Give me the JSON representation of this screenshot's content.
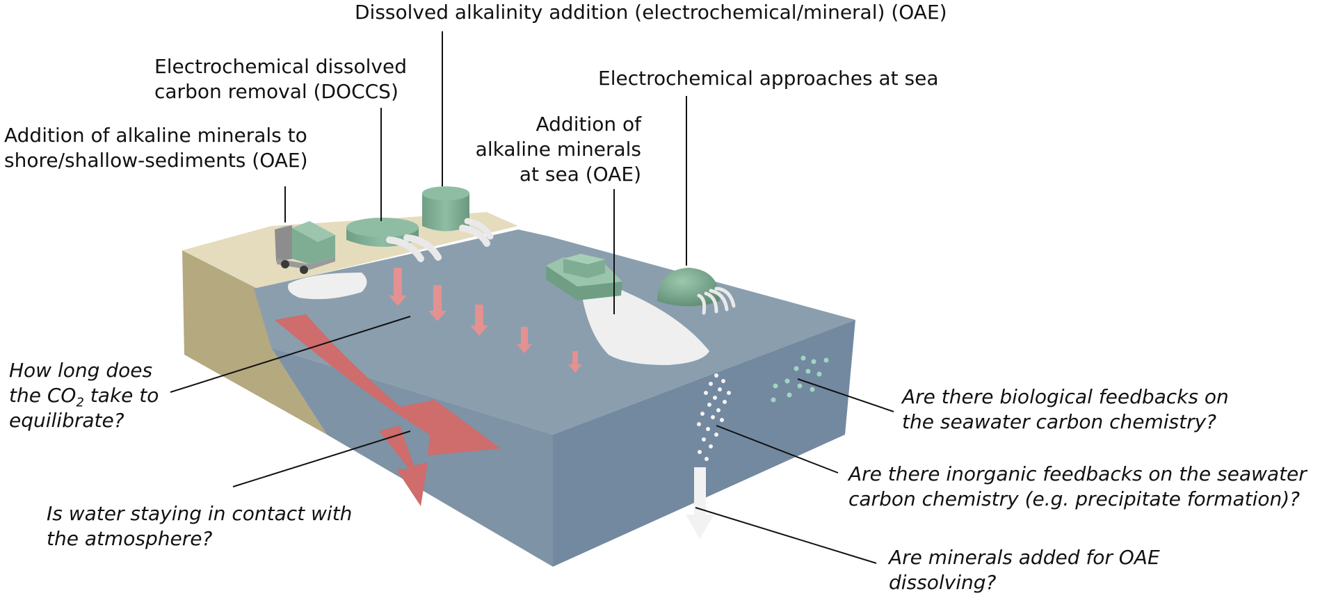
{
  "labels": {
    "dissolved_alkalinity": "Dissolved alkalinity addition (electrochemical/mineral) (OAE)",
    "doccs": [
      "Electrochemical dissolved",
      "carbon removal (DOCCS)"
    ],
    "electro_sea": "Electrochemical approaches at sea",
    "shore_minerals": [
      "Addition of alkaline minerals to",
      "shore/shallow-sediments (OAE)"
    ],
    "sea_minerals": [
      "Addition of",
      "alkaline minerals",
      "at sea (OAE)"
    ]
  },
  "questions": {
    "equilibrate": {
      "l1": "How long does",
      "l2_pre": "the CO",
      "l2_sub": "2",
      "l2_post": " take to",
      "l3": "equilibrate?"
    },
    "contact": [
      "Is water staying in contact with",
      "the atmosphere?"
    ],
    "biological": [
      "Are there biological feedbacks on",
      "the seawater carbon chemistry?"
    ],
    "inorganic": [
      "Are there inorganic feedbacks on the seawater",
      "carbon chemistry (e.g. precipitate formation)?"
    ],
    "dissolving": [
      "Are minerals added for OAE",
      "dissolving?"
    ]
  },
  "colors": {
    "ocean_top": "#8b9eae",
    "ocean_front": "#7e93a5",
    "ocean_side": "#7389a0",
    "sand_top": "#e5dcbe",
    "sand_side": "#b4a97f",
    "green": "#7fad93",
    "flux_arrow": "#cf6c6c",
    "mineral_plume": "#efefef"
  }
}
